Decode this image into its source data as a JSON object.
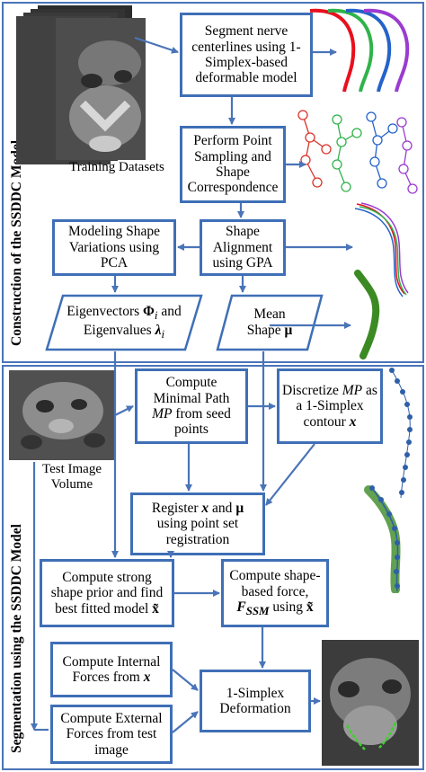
{
  "sections": {
    "construction_label": "Construction of the SSDDC Model",
    "segmentation_label": "Segmentation using the SSDDC Model"
  },
  "captions": {
    "training": "Training Datasets",
    "test_image": "Test Image Volume"
  },
  "boxes": {
    "segment_centerlines": "Segment nerve centerlines using 1-Simplex-based deformable model",
    "point_sampling": "Perform Point Sampling and Shape Correspondence",
    "modeling_variations": "Modeling Shape Variations using PCA",
    "shape_alignment": "Shape Alignment using GPA",
    "eigen_prefix": "Eigenvectors",
    "eigen_phi": "Φ",
    "eigen_phi_sub": "i",
    "eigen_and": " and",
    "eigen_values": "Eigenvalues",
    "eigen_lambda": "λ",
    "eigen_lambda_sub": "i",
    "mean_line1": "Mean",
    "mean_line2": "Shape",
    "mean_mu": "μ",
    "minimal_path_1": "Compute",
    "minimal_path_2": "Minimal Path",
    "minimal_path_mp": "MP",
    "minimal_path_3": "from seed points",
    "discretize_1": "Discretize",
    "discretize_mp": "MP",
    "discretize_2": "as a 1-Simplex contour",
    "discretize_x": "x",
    "register_1": "Register",
    "register_x": "x",
    "register_and": "and",
    "register_mu": "μ",
    "register_2": "using point set registration",
    "strong_prior_1": "Compute strong shape prior and find best fitted model",
    "strong_prior_x": "x̃",
    "shape_force_1": "Compute shape-based force,",
    "shape_force_F": "F",
    "shape_force_sub": "SSM",
    "shape_force_using": "using",
    "shape_force_x": "x̃",
    "internal_1": "Compute Internal Forces from",
    "internal_x": "x",
    "external": "Compute External Forces from test image",
    "deformation": "1-Simplex Deformation"
  },
  "colors": {
    "box_border": "#3f6fb6",
    "arrow": "#4a74b8",
    "curve_red": "#e8101e",
    "curve_green": "#2fb34a",
    "curve_blue": "#2463c9",
    "curve_purple": "#9b3bd0",
    "node_green": "#4c9a2a",
    "node_blue": "#2e5fa8"
  }
}
